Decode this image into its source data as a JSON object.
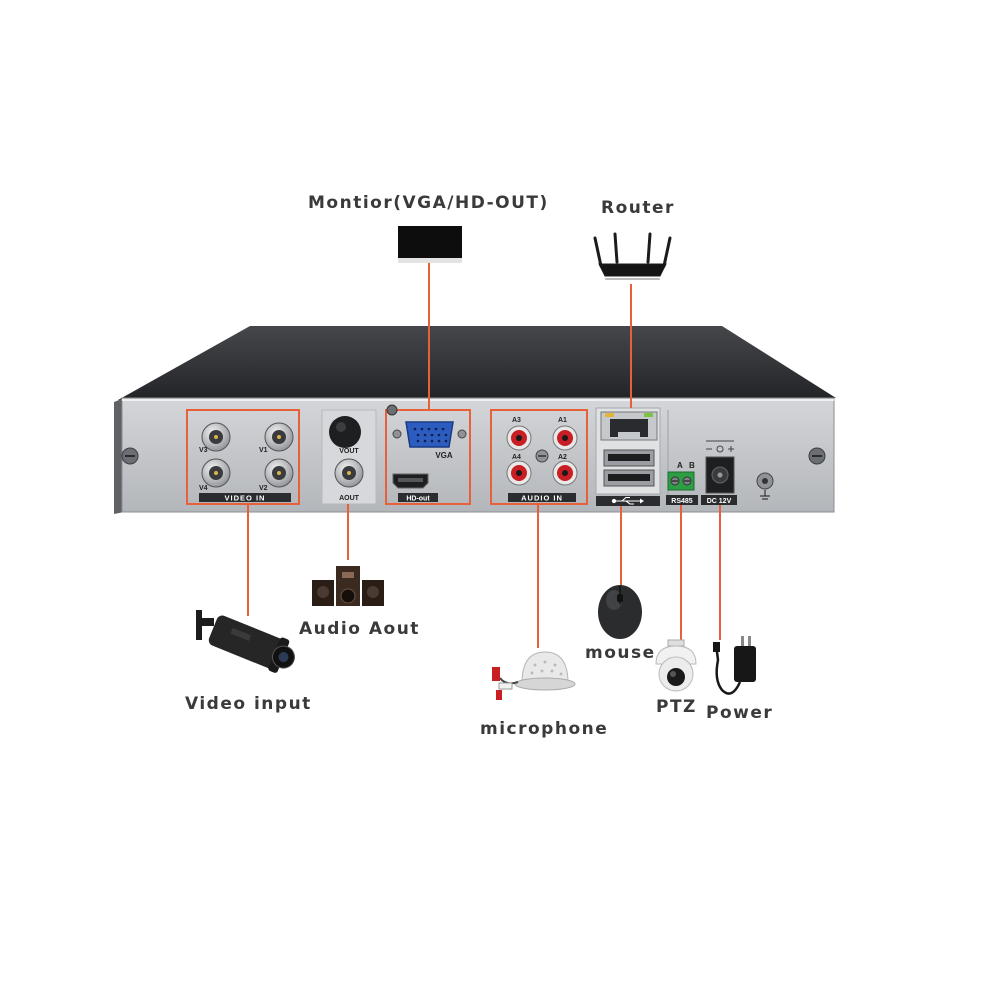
{
  "colors": {
    "connector_line": "#e8603a",
    "highlight_box": "#e8603a",
    "chassis_top": "#2f3033",
    "back_panel": "#c9cccf"
  },
  "labels": {
    "monitor": "Montior(VGA/HD-OUT)",
    "router": "Router",
    "audio_out": "Audio Aout",
    "video_input": "Video input",
    "mouse": "mouse",
    "microphone": "microphone",
    "ptz": "PTZ",
    "power": "Power"
  },
  "panel": {
    "video_in": "VIDEO IN",
    "v1": "V1",
    "v2": "V2",
    "v3": "V3",
    "v4": "V4",
    "vout": "VOUT",
    "aout": "AOUT",
    "vga": "VGA",
    "hd_out": "HD-out",
    "audio_in": "AUDIO IN",
    "a1": "A1",
    "a2": "A2",
    "a3": "A3",
    "a4": "A4",
    "rs485": "RS485",
    "rs485_a": "A",
    "rs485_b": "B",
    "dc12v": "DC 12V"
  },
  "icons": {
    "monitor": "monitor-icon",
    "router": "router-icon",
    "speaker": "speaker-icon",
    "camera": "bullet-camera-icon",
    "mouse": "mouse-icon",
    "microphone": "microphone-icon",
    "ptz": "ptz-camera-icon",
    "power": "power-adapter-icon",
    "usb": "usb-icon",
    "ground": "ground-icon"
  }
}
